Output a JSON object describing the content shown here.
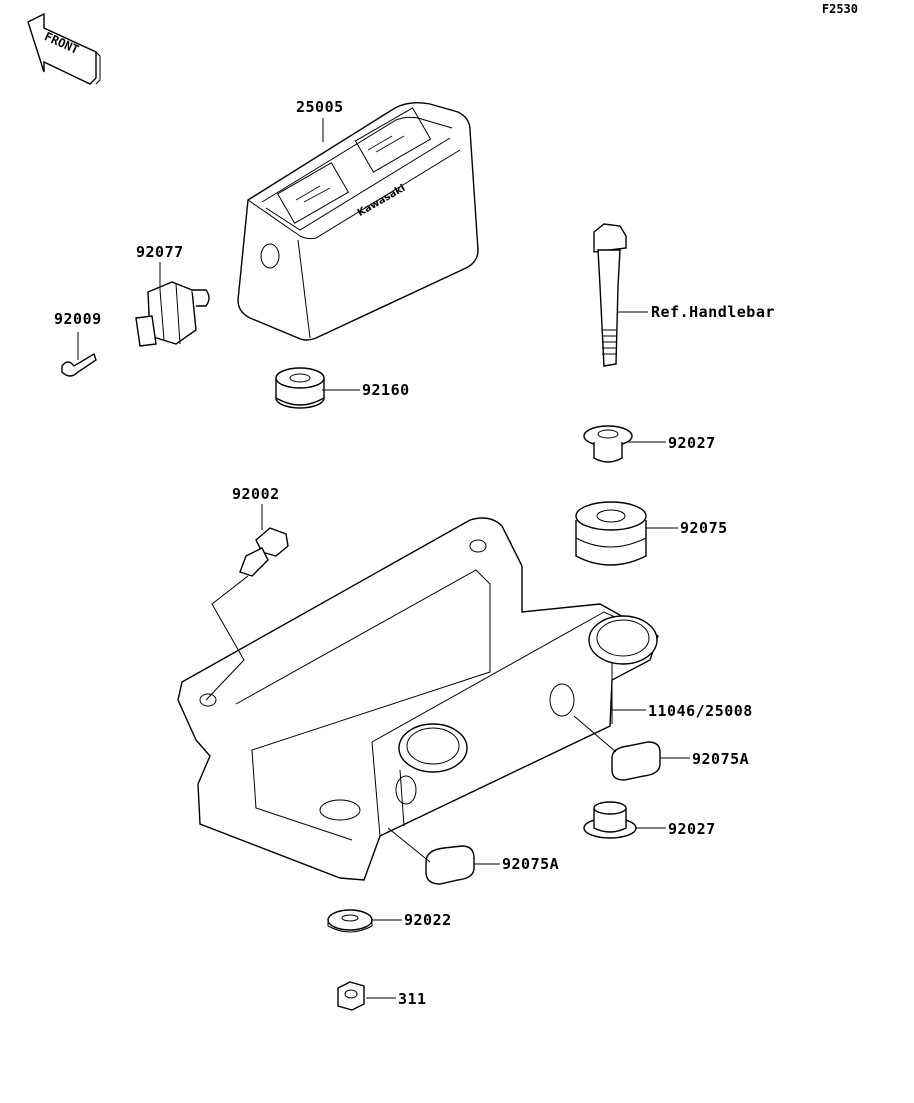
{
  "figure_code": "F2530",
  "front_arrow": {
    "text": "FRONT"
  },
  "case_brand": "Kawasaki",
  "parts": [
    {
      "id": "p25005",
      "label": "25005"
    },
    {
      "id": "p92077",
      "label": "92077"
    },
    {
      "id": "p92009",
      "label": "92009"
    },
    {
      "id": "p92160",
      "label": "92160"
    },
    {
      "id": "pRef",
      "label": "Ref.Handlebar"
    },
    {
      "id": "p92027a",
      "label": "92027"
    },
    {
      "id": "p92002",
      "label": "92002"
    },
    {
      "id": "p92075",
      "label": "92075"
    },
    {
      "id": "p11046",
      "label": "11046/25008"
    },
    {
      "id": "p92075Aa",
      "label": "92075A"
    },
    {
      "id": "p92027b",
      "label": "92027"
    },
    {
      "id": "p92075Ab",
      "label": "92075A"
    },
    {
      "id": "p92022",
      "label": "92022"
    },
    {
      "id": "p311",
      "label": "311"
    }
  ]
}
